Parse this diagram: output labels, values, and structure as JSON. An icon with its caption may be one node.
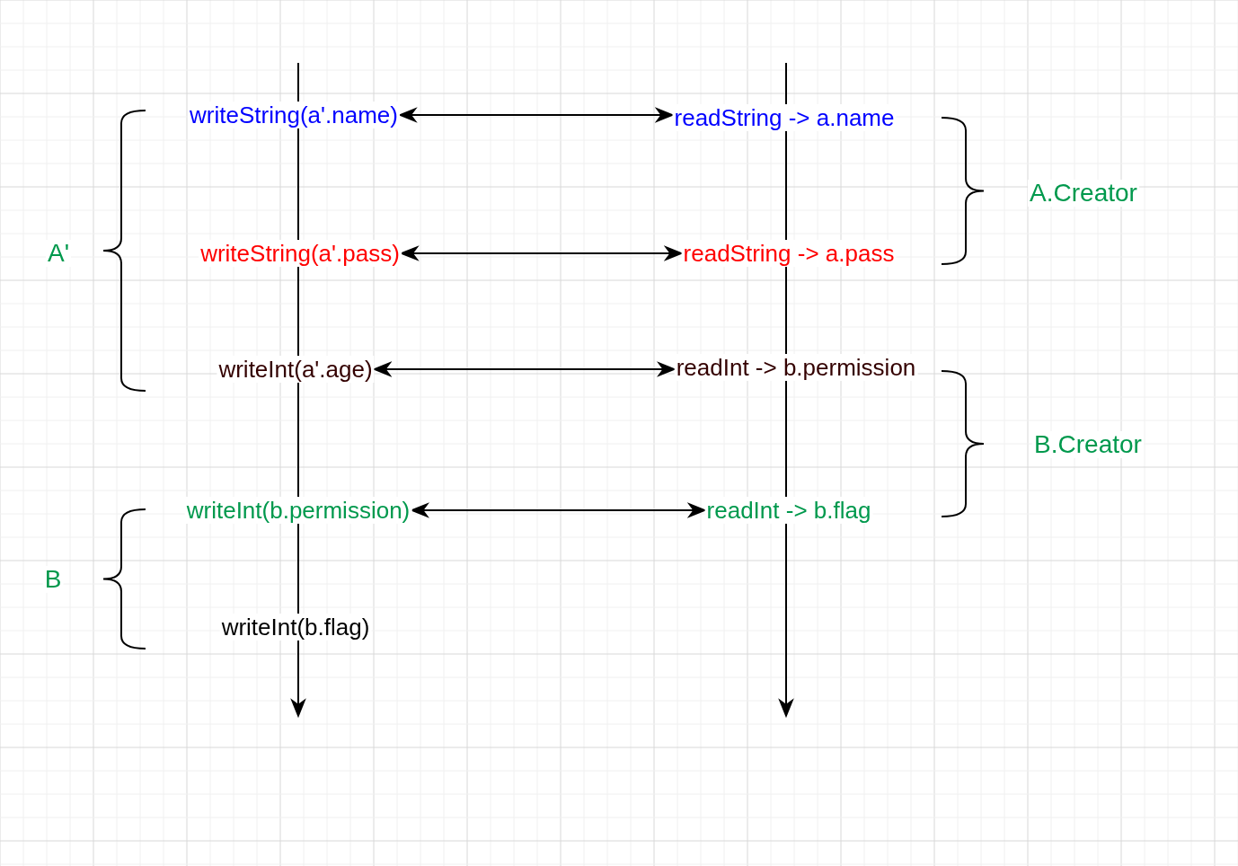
{
  "diagram": {
    "nodes": [
      {
        "text": [
          "writeString(a'.name)"
        ]
      },
      {
        "text": [
          "readString -> a.name"
        ]
      },
      {
        "text": [
          "writeString(a'.pass)"
        ]
      },
      {
        "text": [
          "readString -> a.pass"
        ]
      },
      {
        "text": [
          "writeInt(a'.age)"
        ]
      },
      {
        "text": [
          "readInt -> b.permission"
        ]
      },
      {
        "text": [
          "writeInt(b.permission)"
        ]
      },
      {
        "text": [
          "readInt -> b.flag"
        ]
      },
      {
        "text": [
          "writeInt(b.flag)"
        ]
      }
    ],
    "edges": [
      {
        "from": 0,
        "to": 1,
        "arrow": "both"
      },
      {
        "from": 2,
        "to": 3,
        "arrow": "both"
      },
      {
        "from": 4,
        "to": 5,
        "arrow": "both"
      },
      {
        "from": 6,
        "to": 7,
        "arrow": "both"
      }
    ],
    "labels": [
      "A.Creator",
      "A'",
      "B.Creator",
      "B"
    ]
  }
}
